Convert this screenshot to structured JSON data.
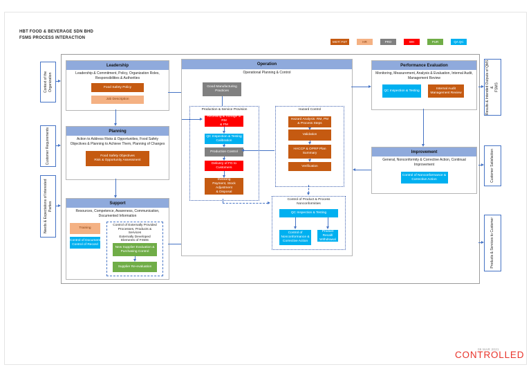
{
  "page": {
    "title_line1": "HBT FOOD & BEVERAGE SDN BHD",
    "title_line2": "FSMS PROCESS INTERACTION",
    "stamp": "CONTROLLED",
    "stamp_note": "09 MAR 2021"
  },
  "colors": {
    "header_bar": "#8FAADC",
    "arrow": "#4472C4",
    "mgt_fst": "#C55A11",
    "hr": "#F4B183",
    "pro": "#808080",
    "wh": "#FF0000",
    "pur": "#70AD47",
    "qa_qc": "#00B0F0",
    "stamp": "#E8332A"
  },
  "legend": {
    "items": [
      {
        "label": "MGT/ FST",
        "color": "#C55A11"
      },
      {
        "label": "HR",
        "color": "#F4B183"
      },
      {
        "label": "PRO",
        "color": "#808080"
      },
      {
        "label": "WH",
        "color": "#FF0000"
      },
      {
        "label": "PUR",
        "color": "#70AD47"
      },
      {
        "label": "QA QC",
        "color": "#00B0F0"
      }
    ]
  },
  "inputs": [
    {
      "label": "Context of the Organization"
    },
    {
      "label": "Customer Requirements"
    },
    {
      "label": "Needs & Expectations of Interested Parties"
    }
  ],
  "outputs": [
    {
      "label": "Results & Intended Outputs of QMS &\nFSMS"
    },
    {
      "label": "Customer Satisfaction"
    },
    {
      "label": "Products & Services to Customer"
    }
  ],
  "leadership": {
    "title": "Leadership",
    "subtitle": "Leadership & Commitment, Policy, Organization Roles, Responsibilities & Authorities",
    "food_safety_policy": "Food Safety Policy",
    "job_description": "Job Description"
  },
  "planning": {
    "title": "Planning",
    "subtitle": "Action to Address Risks & Opportunities, Food Safety Objectives & Planning to Achieve Them, Planning of Changes",
    "objectives": "Food Safety Objectives\nRisk & Opportunity Assessment"
  },
  "support": {
    "title": "Support",
    "subtitle": "Resources, Competence, Awareness, Communication, Documented Information",
    "training": "Training",
    "doc_control": "Control of Document\nControl of Record",
    "external_title": "Control of Externally Provided\nProcesses, Products &\nServices\nExternally Developed\nElements of FSMS",
    "new_supplier": "New Supplier Evaluation &\nPurchasing Control",
    "supplier_reeval": "Supplier Re-evaluation"
  },
  "operation": {
    "title": "Operation",
    "subtitle": "Operational Planning & Control",
    "gmp": "Good Manufacturing\nPractices",
    "psp": {
      "title": "Production & Service Provision",
      "receiving": "Receiving & Storage of RM\n& PM",
      "qc_testing": "QC Inspection & Testing\nCalibration",
      "production_control": "Production Control",
      "delivery": "Delivery of FG to\nCustomers",
      "invoicing": "Invoicing\nPayment, Stock Adjustment\n& Disposal"
    },
    "hazard": {
      "title": "Hazard Control",
      "analysis": "Hazard Analysis: RM, PM\n& Process Steps",
      "validation": "Validation",
      "haccp": "HACCP & OPRP Plan\nSummary",
      "verification": "Verification"
    },
    "nonconformity": {
      "title": "Control of Product & Process\nNonconformities",
      "qc_testing": "QC Inspection & Testing",
      "control_nc": "Control of\nNonconformance &\nCorrective Action",
      "recall": "Product Recall/\nWithdrawal"
    }
  },
  "performance": {
    "title": "Performance Evaluation",
    "subtitle": "Monitoring, Measurement, Analysis & Evaluation, Internal Audit, Management Review",
    "qc_testing": "QC Inspection & Testing",
    "internal_audit": "Internal Audit\nManagement Review"
  },
  "improvement": {
    "title": "Improvement",
    "subtitle": "General, Nonconformity & Corrective Action, Continual Improvement",
    "control_nc": "Control of Nonconformance &\nCorrective Action"
  }
}
